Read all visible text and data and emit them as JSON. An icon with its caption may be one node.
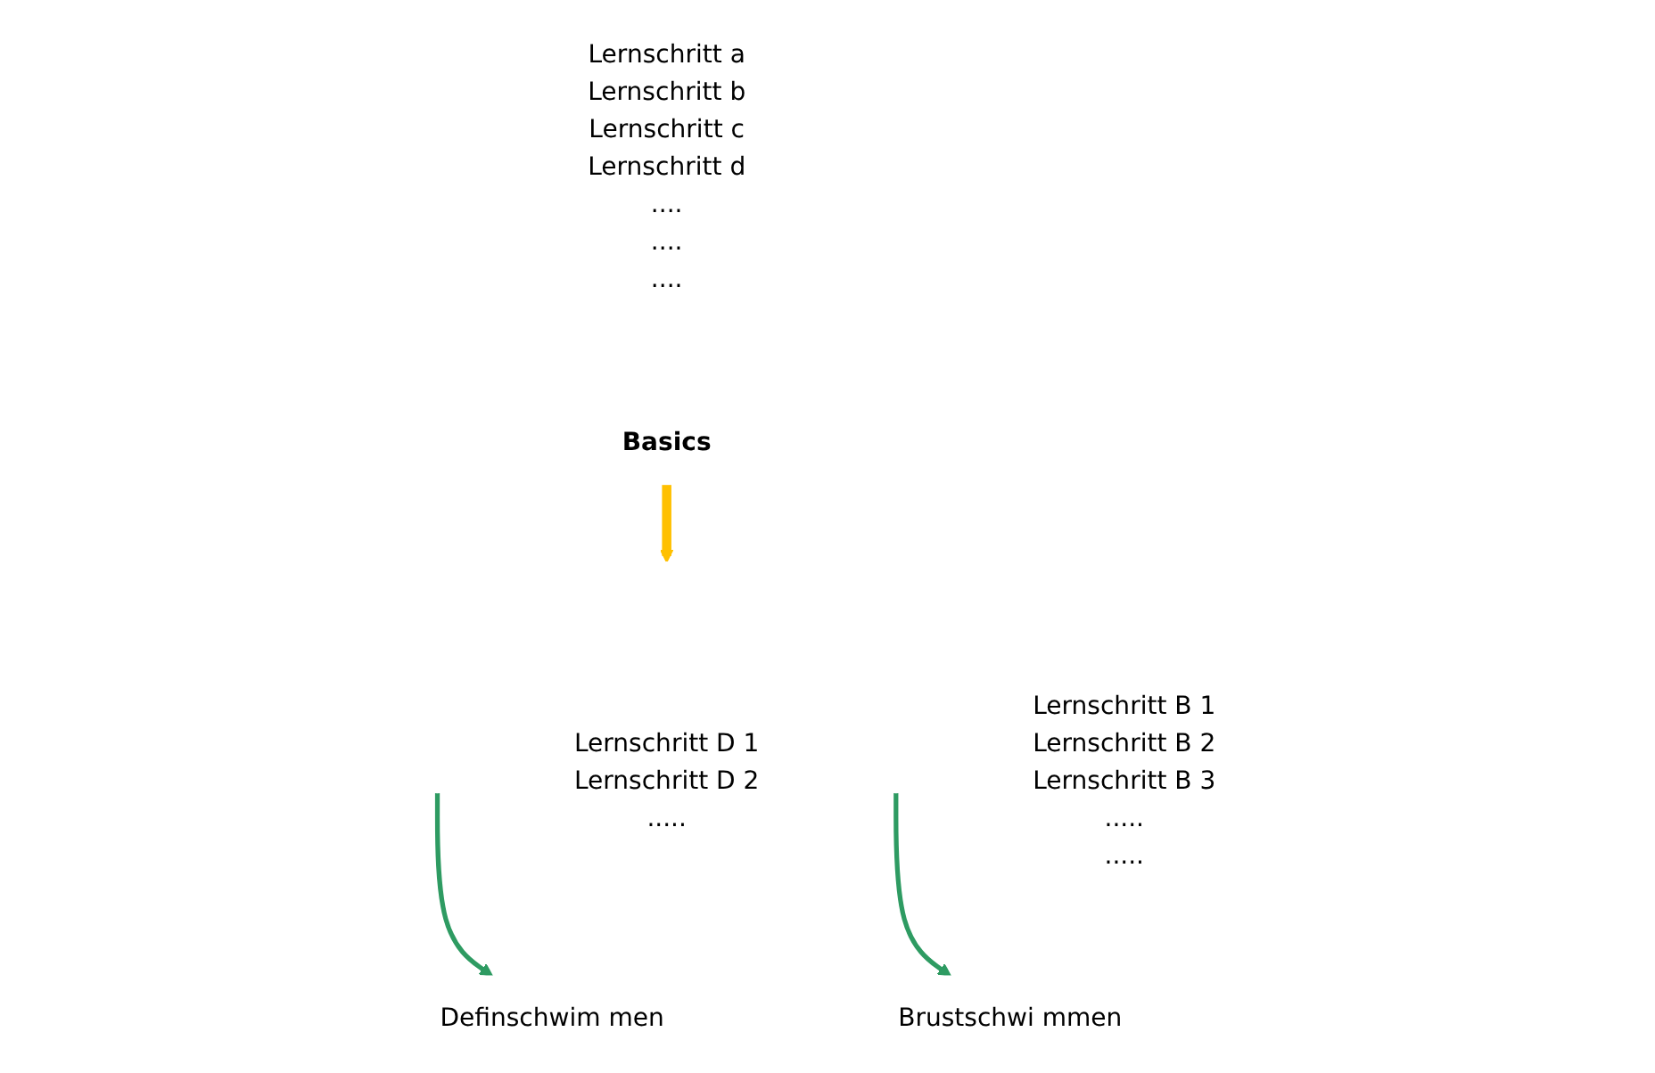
{
  "diagram": {
    "nodes": [
      {
        "text": [
          "Basics"
        ],
        "beside": [
          "Lernschritt a",
          "Lernschritt b",
          "Lernschritt c",
          "Lernschritt d",
          "....",
          "....",
          "...."
        ]
      },
      {
        "text": [
          "Definschwim men"
        ],
        "beside": [
          "Lernschritt D 1",
          "Lernschritt D 2",
          "....."
        ]
      },
      {
        "text": [
          "Brustschwi mmen"
        ],
        "beside": [
          "Lernschritt B 1",
          "Lernschritt B 2",
          "Lernschritt B 3",
          ".....",
          "....."
        ]
      }
    ],
    "edges": [
      {
        "from": 0,
        "to": null,
        "arrow": "to",
        "style": "thick",
        "color": "#ffc000"
      },
      {
        "from": null,
        "to": 1,
        "arrow": "to"
      },
      {
        "from": null,
        "to": 2,
        "arrow": "to"
      }
    ]
  }
}
